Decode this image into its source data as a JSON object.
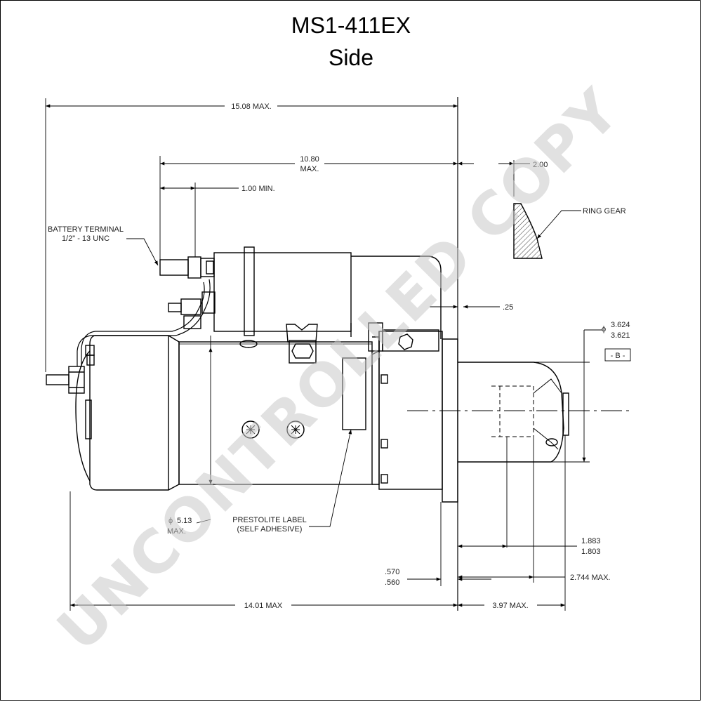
{
  "title": "MS1-411EX",
  "subtitle": "Side",
  "watermark": "UNCONTROLLED COPY",
  "dimensions": {
    "overall_length": "15.08 MAX.",
    "solenoid_length_value": "10.80",
    "solenoid_length_suffix": "MAX.",
    "terminal_min": "1.00 MIN.",
    "ring_gear_offset": "2.00",
    "flange_gap": ".25",
    "pilot_dia_upper": "3.624",
    "pilot_dia_lower": "3.621",
    "datum": "- B -",
    "body_dia_value": "5.13",
    "body_dia_suffix": "MAX.",
    "flange_thick_upper": ".570",
    "flange_thick_lower": ".560",
    "pinion_upper": "1.883",
    "pinion_lower": "1.803",
    "nose_length": "2.744 MAX.",
    "body_length": "14.01 MAX",
    "front_length": "3.97 MAX."
  },
  "callouts": {
    "battery_terminal_line1": "BATTERY TERMINAL",
    "battery_terminal_line2": "1/2\" - 13 UNC",
    "ring_gear": "RING GEAR",
    "label_line1": "PRESTOLITE LABEL",
    "label_line2": "(SELF ADHESIVE)"
  },
  "symbols": {
    "diameter": "ϕ"
  },
  "colors": {
    "line": "#000000",
    "watermark": "#c8c8c8"
  }
}
